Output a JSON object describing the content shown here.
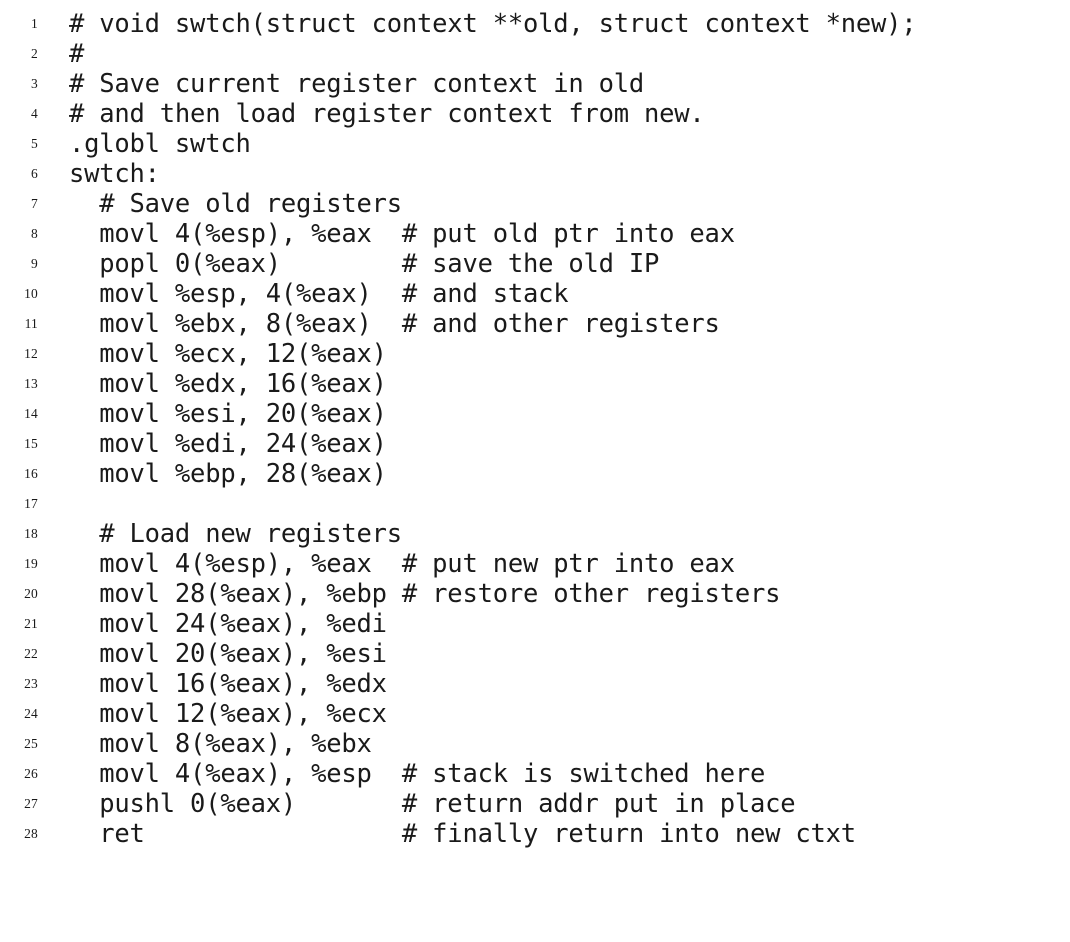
{
  "document": {
    "type": "source-code-listing",
    "language": "x86-assembly",
    "background_color": "#ffffff",
    "text_color": "#1a1a1a",
    "line_number_color": "#1a1a1a",
    "total_lines": 28,
    "first_line_number": 1
  },
  "lines": [
    {
      "number": "1",
      "text": "# void swtch(struct context **old, struct context *new);"
    },
    {
      "number": "2",
      "text": "#"
    },
    {
      "number": "3",
      "text": "# Save current register context in old"
    },
    {
      "number": "4",
      "text": "# and then load register context from new."
    },
    {
      "number": "5",
      "text": ".globl swtch"
    },
    {
      "number": "6",
      "text": "swtch:"
    },
    {
      "number": "7",
      "text": "  # Save old registers"
    },
    {
      "number": "8",
      "text": "  movl 4(%esp), %eax  # put old ptr into eax"
    },
    {
      "number": "9",
      "text": "  popl 0(%eax)        # save the old IP"
    },
    {
      "number": "10",
      "text": "  movl %esp, 4(%eax)  # and stack"
    },
    {
      "number": "11",
      "text": "  movl %ebx, 8(%eax)  # and other registers"
    },
    {
      "number": "12",
      "text": "  movl %ecx, 12(%eax)"
    },
    {
      "number": "13",
      "text": "  movl %edx, 16(%eax)"
    },
    {
      "number": "14",
      "text": "  movl %esi, 20(%eax)"
    },
    {
      "number": "15",
      "text": "  movl %edi, 24(%eax)"
    },
    {
      "number": "16",
      "text": "  movl %ebp, 28(%eax)"
    },
    {
      "number": "17",
      "text": ""
    },
    {
      "number": "18",
      "text": "  # Load new registers"
    },
    {
      "number": "19",
      "text": "  movl 4(%esp), %eax  # put new ptr into eax"
    },
    {
      "number": "20",
      "text": "  movl 28(%eax), %ebp # restore other registers"
    },
    {
      "number": "21",
      "text": "  movl 24(%eax), %edi"
    },
    {
      "number": "22",
      "text": "  movl 20(%eax), %esi"
    },
    {
      "number": "23",
      "text": "  movl 16(%eax), %edx"
    },
    {
      "number": "24",
      "text": "  movl 12(%eax), %ecx"
    },
    {
      "number": "25",
      "text": "  movl 8(%eax), %ebx"
    },
    {
      "number": "26",
      "text": "  movl 4(%eax), %esp  # stack is switched here"
    },
    {
      "number": "27",
      "text": "  pushl 0(%eax)       # return addr put in place"
    },
    {
      "number": "28",
      "text": "  ret                 # finally return into new ctxt"
    }
  ]
}
